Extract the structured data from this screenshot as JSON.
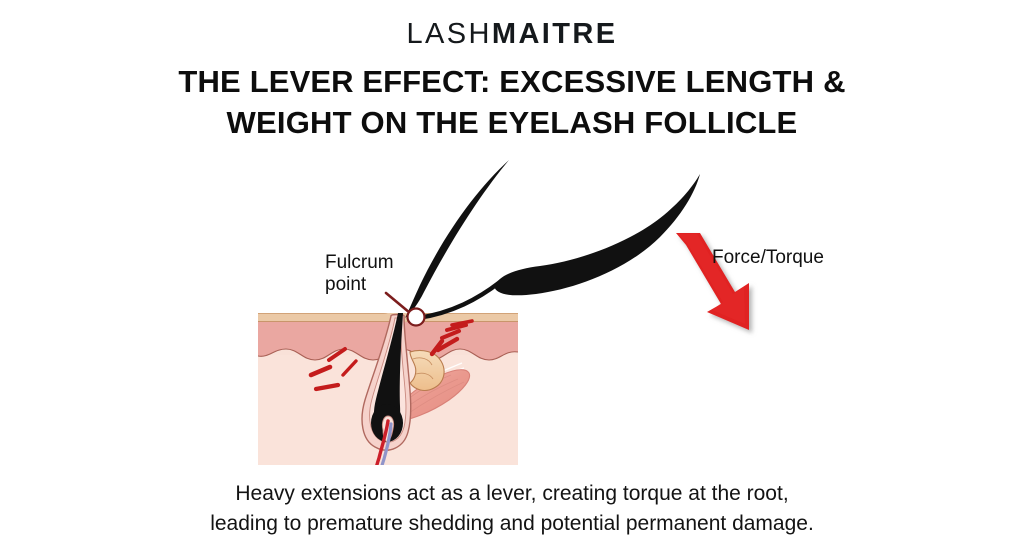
{
  "brand": {
    "part_light": "LASH",
    "part_bold": "MAITRE"
  },
  "headline": {
    "line1_pre": "THE ",
    "line1_strong": "LEVER EFFECT:",
    "line1_post": " EXCESSIVE LENGTH &",
    "line2": "WEIGHT ON THE EYELASH FOLLICLE"
  },
  "diagram": {
    "labels": {
      "fulcrum_line1": "Fulcrum",
      "fulcrum_line2": "point",
      "force": "Force/Torque"
    },
    "parts": {
      "extension_lash": "heavy-lash-extension",
      "natural_lash": "natural-eyelash",
      "fulcrum_marker": "fulcrum-point-marker",
      "force_arrow": "force-torque-arrow",
      "skin_block": "skin-cross-section",
      "follicle": "hair-follicle",
      "sebaceous_gland": "sebaceous-gland",
      "arrector_muscle": "arrector-pili-muscle",
      "blood_vessels": "blood-vessels",
      "stress_marks": "stress-indicator-lines"
    },
    "colors": {
      "arrow_red": "#E02222",
      "arrow_red_dark": "#B51717",
      "stress_red": "#C41C1C",
      "lash_black": "#111111",
      "epidermis_top": "#EBC8A4",
      "epidermis_pink": "#E9A6A0",
      "dermis": "#F9E0D7",
      "dermis_deep": "#F7D9CF",
      "follicle_sheath": "#F4C9C3",
      "muscle": "#EC9C92",
      "gland": "#EFC8A0",
      "artery": "#CC1F2A",
      "vein": "#8E93C6",
      "outline": "#9A5B52",
      "background": "#FFFFFF"
    }
  },
  "caption": {
    "line1": "Heavy extensions act as a lever, creating torque at the root,",
    "line2": "leading to premature shedding and potential permanent damage."
  }
}
